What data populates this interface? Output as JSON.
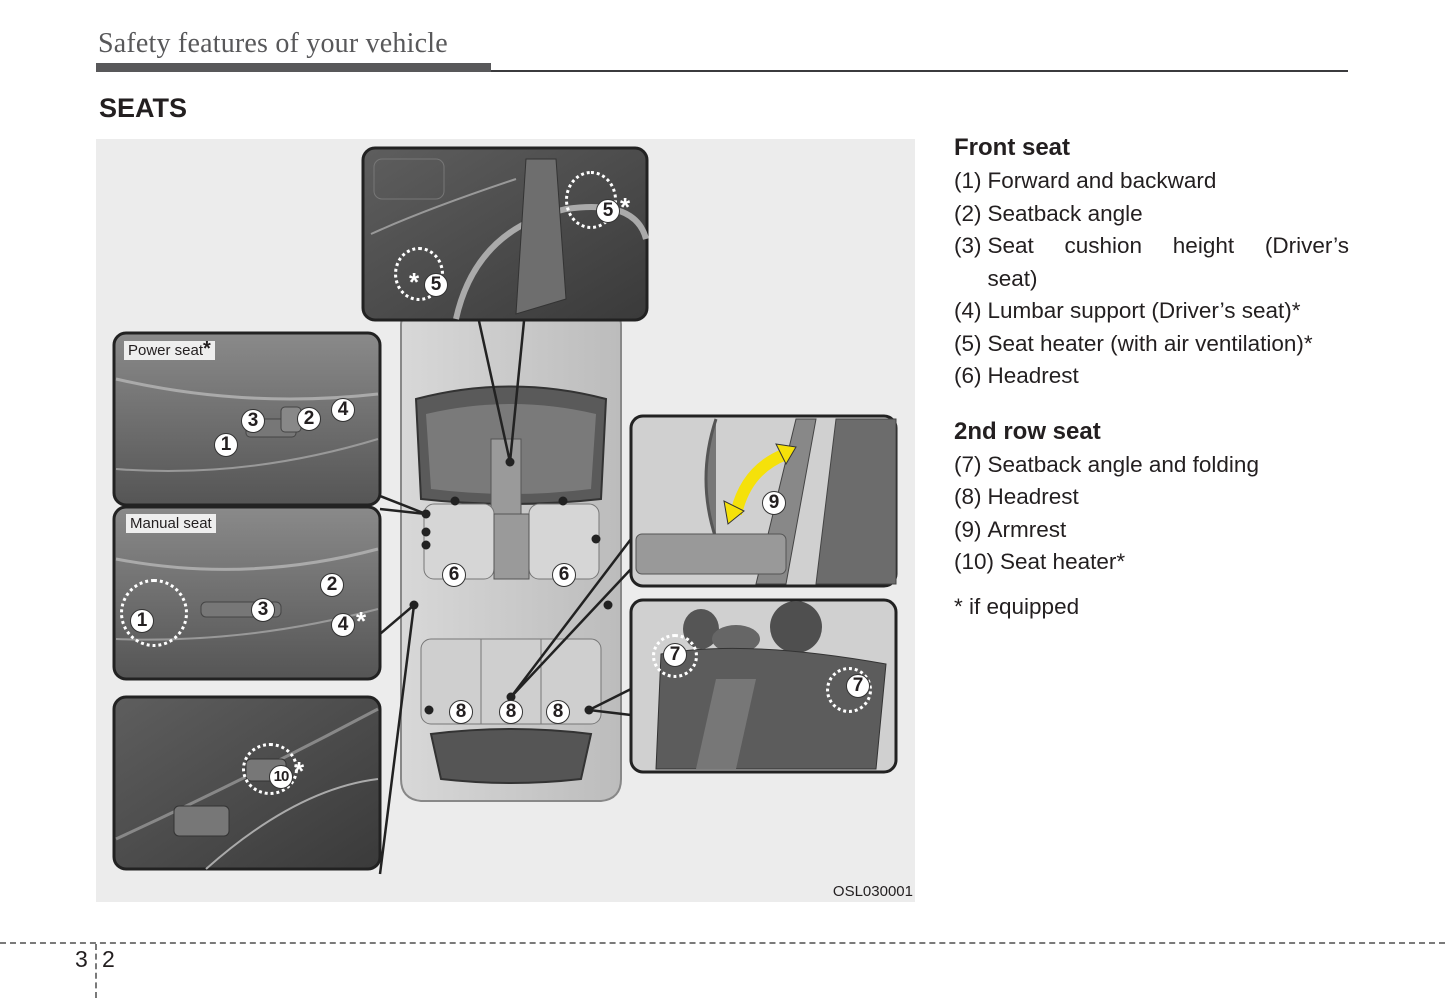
{
  "header": {
    "chapter_title": "Safety features of your vehicle"
  },
  "section": {
    "title": "SEATS"
  },
  "figure": {
    "code": "OSL030001",
    "insets": {
      "power_seat_label": "Power seat",
      "manual_seat_label": "Manual seat",
      "asterisk": "*"
    },
    "callouts": {
      "power_seat": [
        "1",
        "3",
        "2",
        "4"
      ],
      "manual_seat": [
        "1",
        "2",
        "3",
        "4"
      ],
      "console": [
        "5",
        "5"
      ],
      "front_headrests": [
        "6",
        "6"
      ],
      "armrest": "9",
      "rear_seatbacks": [
        "7",
        "7"
      ],
      "rear_headrests": [
        "8",
        "8",
        "8"
      ],
      "door_heater": "10"
    },
    "colors": {
      "arrow_yellow": "#f5e10a",
      "panel_bg": "#ececec",
      "inset_dark": "#4a4a4a"
    }
  },
  "front_seat": {
    "heading": "Front seat",
    "items": [
      {
        "num": "(1)",
        "text": "Forward and backward"
      },
      {
        "num": "(2)",
        "text": "Seatback angle"
      },
      {
        "num": "(3)",
        "text": "Seat cushion height (Driver’s seat)"
      },
      {
        "num": "(4)",
        "text": "Lumbar support (Driver’s seat)*"
      },
      {
        "num": "(5)",
        "text": "Seat heater (with air ventilation)*"
      },
      {
        "num": "(6)",
        "text": "Headrest"
      }
    ]
  },
  "second_row_seat": {
    "heading": "2nd row seat",
    "items": [
      {
        "num": "(7)",
        "text": "Seatback angle and folding"
      },
      {
        "num": "(8)",
        "text": "Headrest"
      },
      {
        "num": "(9)",
        "text": "Armrest"
      },
      {
        "num": "(10)",
        "text": "Seat heater*"
      }
    ]
  },
  "footnote": "* if equipped",
  "footer": {
    "chapter_number": "3",
    "page_number": "2"
  }
}
